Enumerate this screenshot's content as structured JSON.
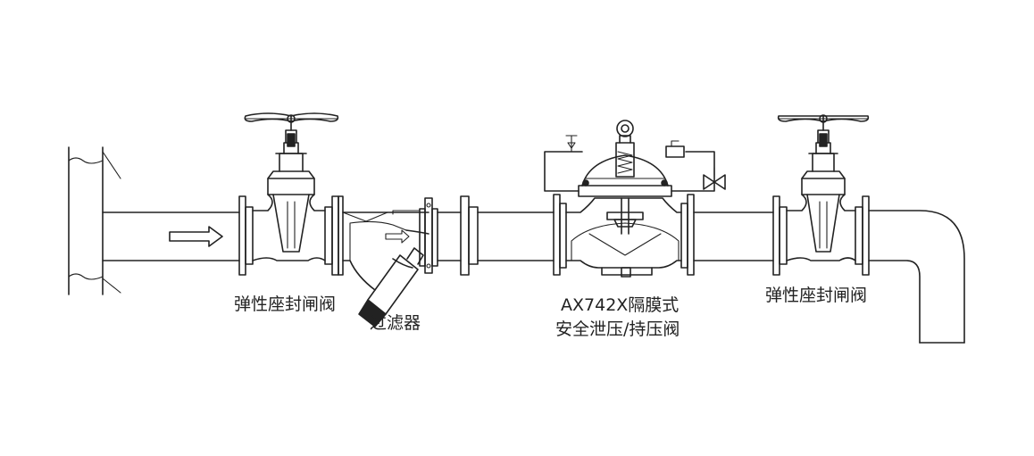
{
  "labels": {
    "gate_valve_left": "弹性座封闸阀",
    "strainer": "过滤器",
    "relief_valve_line1": "AX742X隔膜式",
    "relief_valve_line2": "安全泄压/持压阀",
    "gate_valve_right": "弹性座封闸阀"
  },
  "line_color": "#222222",
  "background_color": "#ffffff"
}
